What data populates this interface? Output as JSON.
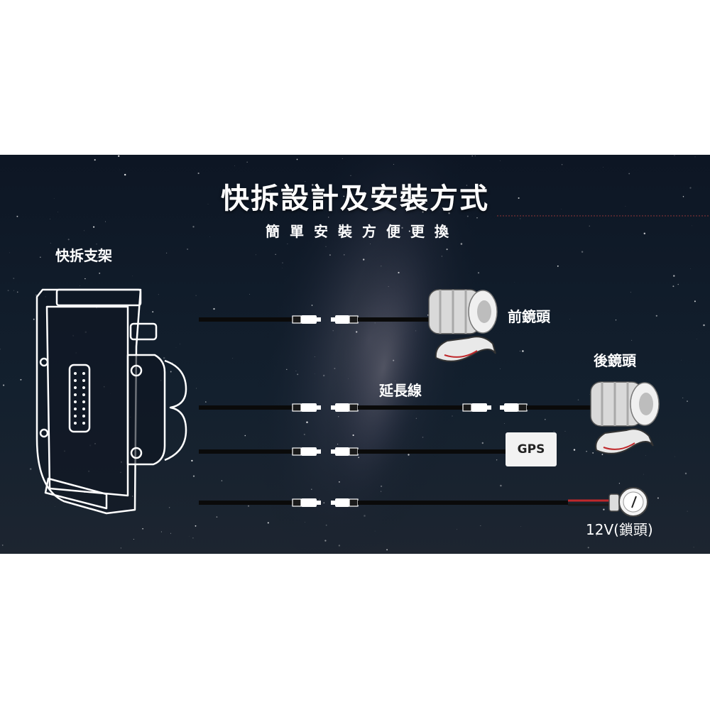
{
  "title": "快拆設計及安裝方式",
  "subtitle": "簡單安裝方便更換",
  "labels": {
    "mount": "快拆支架",
    "front_camera": "前鏡頭",
    "rear_camera": "後鏡頭",
    "extension_cable": "延長線",
    "gps": "GPS",
    "power": "12V(鎖頭)"
  },
  "colors": {
    "background": "#0c1521",
    "text": "#ffffff",
    "cable": "#0a0a0a",
    "power_wire": "#c0282b",
    "accent_line": "#b03a3a"
  }
}
